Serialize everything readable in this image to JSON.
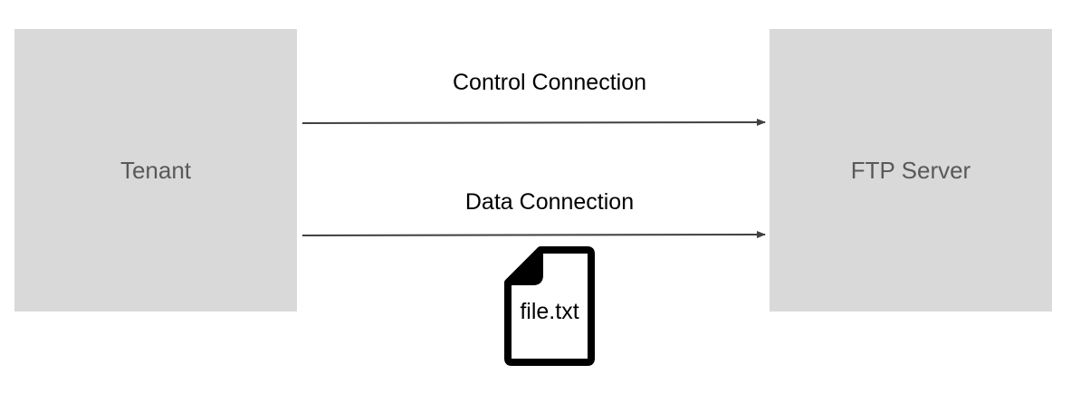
{
  "nodes": {
    "tenant": {
      "label": "Tenant"
    },
    "ftp_server": {
      "label": "FTP Server"
    }
  },
  "connections": {
    "control": {
      "label": "Control Connection"
    },
    "data": {
      "label": "Data Connection"
    }
  },
  "file": {
    "icon": "document-icon",
    "label": "file.txt"
  },
  "colors": {
    "node_fill": "#d9d9d9",
    "node_text": "#595959",
    "arrow": "#404040",
    "label_text": "#000000",
    "document_stroke": "#000000"
  }
}
